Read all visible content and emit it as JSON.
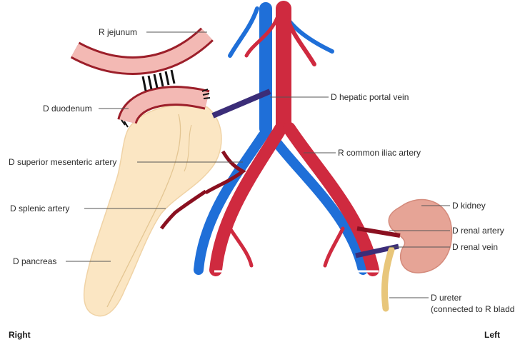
{
  "labels": {
    "r_jejunum": "R jejunum",
    "d_duodenum": "D duodenum",
    "d_hepatic_portal_vein": "D hepatic portal vein",
    "r_common_iliac_artery": "R common iliac artery",
    "d_superior_mesenteric_artery": "D superior mesenteric artery",
    "d_splenic_artery": "D splenic artery",
    "d_pancreas": "D pancreas",
    "d_kidney": "D kidney",
    "d_renal_artery": "D renal artery",
    "d_renal_vein": "D renal vein",
    "d_ureter_line1": "D ureter",
    "d_ureter_line2": "(connected to R bladd"
  },
  "sides": {
    "right": "Right",
    "left": "Left"
  },
  "colors": {
    "artery": "#cf2a3f",
    "artery_dark": "#8a1020",
    "vein": "#1f6fd8",
    "portal_vein": "#3b2d78",
    "intestine_fill": "#f3b9b4",
    "intestine_wall": "#9c1f2a",
    "pancreas": "#fbe6c3",
    "kidney": "#e6a496",
    "ureter": "#e8c67a",
    "leader_line": "#555555"
  }
}
